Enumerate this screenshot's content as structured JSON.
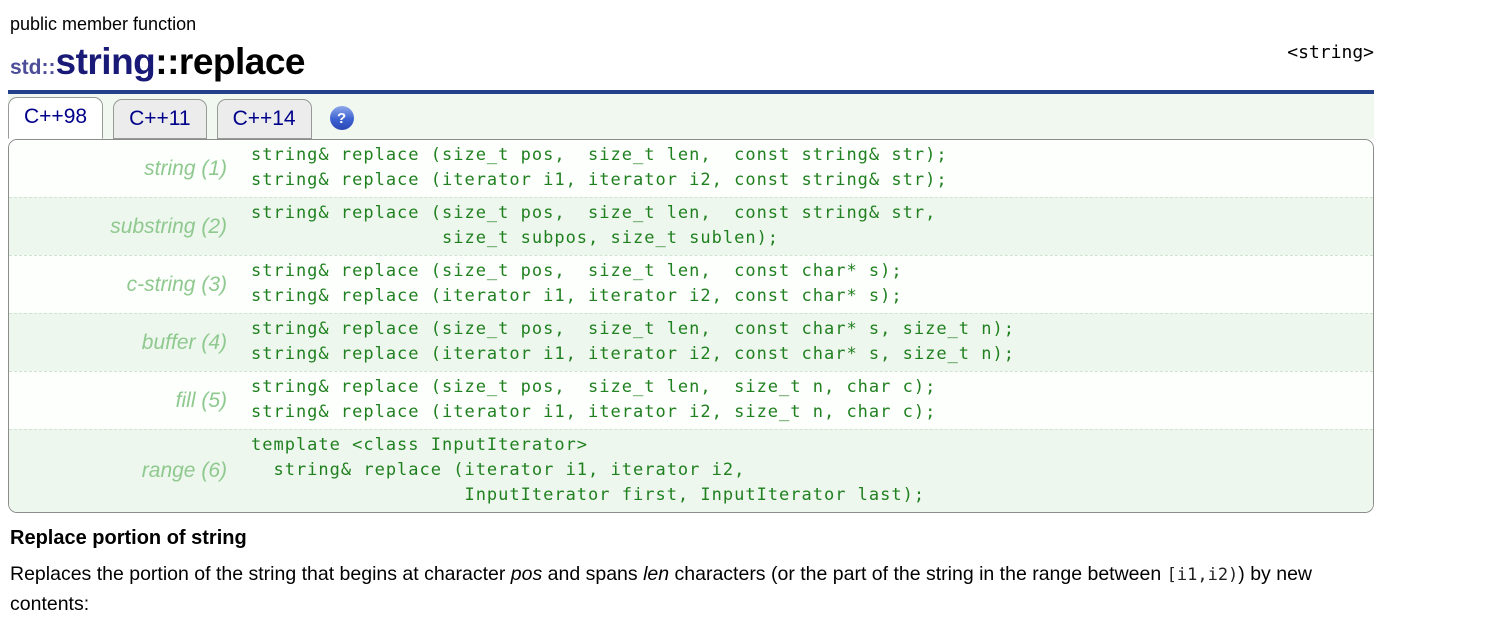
{
  "header": {
    "kicker": "public member function",
    "title_std": "std::",
    "title_class": "string",
    "title_member": "::replace",
    "header_ref": "<string>"
  },
  "tabs": [
    {
      "label": "C++98",
      "active": true
    },
    {
      "label": "C++11",
      "active": false
    },
    {
      "label": "C++14",
      "active": false
    }
  ],
  "help_icon": "?",
  "overloads": [
    {
      "label": "string (1)",
      "code": "string& replace (size_t pos,  size_t len,  const string& str);\nstring& replace (iterator i1, iterator i2, const string& str);"
    },
    {
      "label": "substring (2)",
      "code": "string& replace (size_t pos,  size_t len,  const string& str,\n                 size_t subpos, size_t sublen);"
    },
    {
      "label": "c-string (3)",
      "code": "string& replace (size_t pos,  size_t len,  const char* s);\nstring& replace (iterator i1, iterator i2, const char* s);"
    },
    {
      "label": "buffer (4)",
      "code": "string& replace (size_t pos,  size_t len,  const char* s, size_t n);\nstring& replace (iterator i1, iterator i2, const char* s, size_t n);"
    },
    {
      "label": "fill (5)",
      "code": "string& replace (size_t pos,  size_t len,  size_t n, char c);\nstring& replace (iterator i1, iterator i2, size_t n, char c);"
    },
    {
      "label": "range (6)",
      "code": "template <class InputIterator>\n  string& replace (iterator i1, iterator i2,\n                   InputIterator first, InputIterator last);"
    }
  ],
  "section": {
    "heading": "Replace portion of string",
    "paragraph": {
      "seg1": "Replaces the portion of the string that begins at character ",
      "em1": "pos",
      "seg2": " and spans ",
      "em2": "len",
      "seg3": " characters (or the part of the string in the range between ",
      "code1": "[i1,i2)",
      "seg4": ") by new contents:"
    }
  },
  "colors": {
    "accent_navy": "#24418c",
    "tab_text": "#00008b",
    "code_green": "#208020",
    "label_green": "#8fc98f",
    "row_alt_bg": "#edf7ed"
  }
}
